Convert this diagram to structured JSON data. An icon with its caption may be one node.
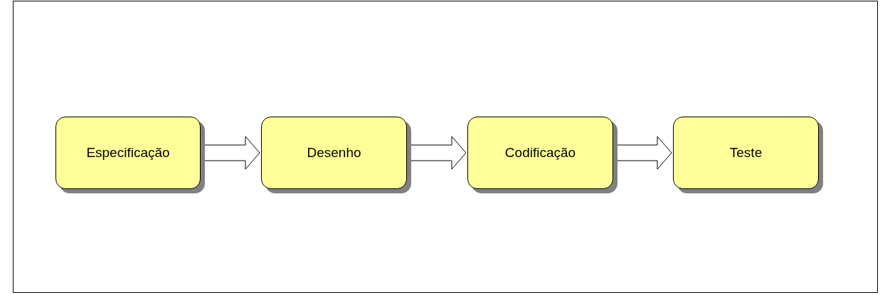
{
  "diagram": {
    "nodes": [
      {
        "text": [
          "Especificação"
        ]
      },
      {
        "text": [
          "Desenho"
        ]
      },
      {
        "text": [
          "Codificação"
        ]
      },
      {
        "text": [
          "Teste"
        ]
      }
    ],
    "edges": [
      {
        "from": 0,
        "to": 1,
        "arrow": "to"
      },
      {
        "from": 1,
        "to": 2,
        "arrow": "to"
      },
      {
        "from": 2,
        "to": 3,
        "arrow": "to"
      }
    ]
  }
}
